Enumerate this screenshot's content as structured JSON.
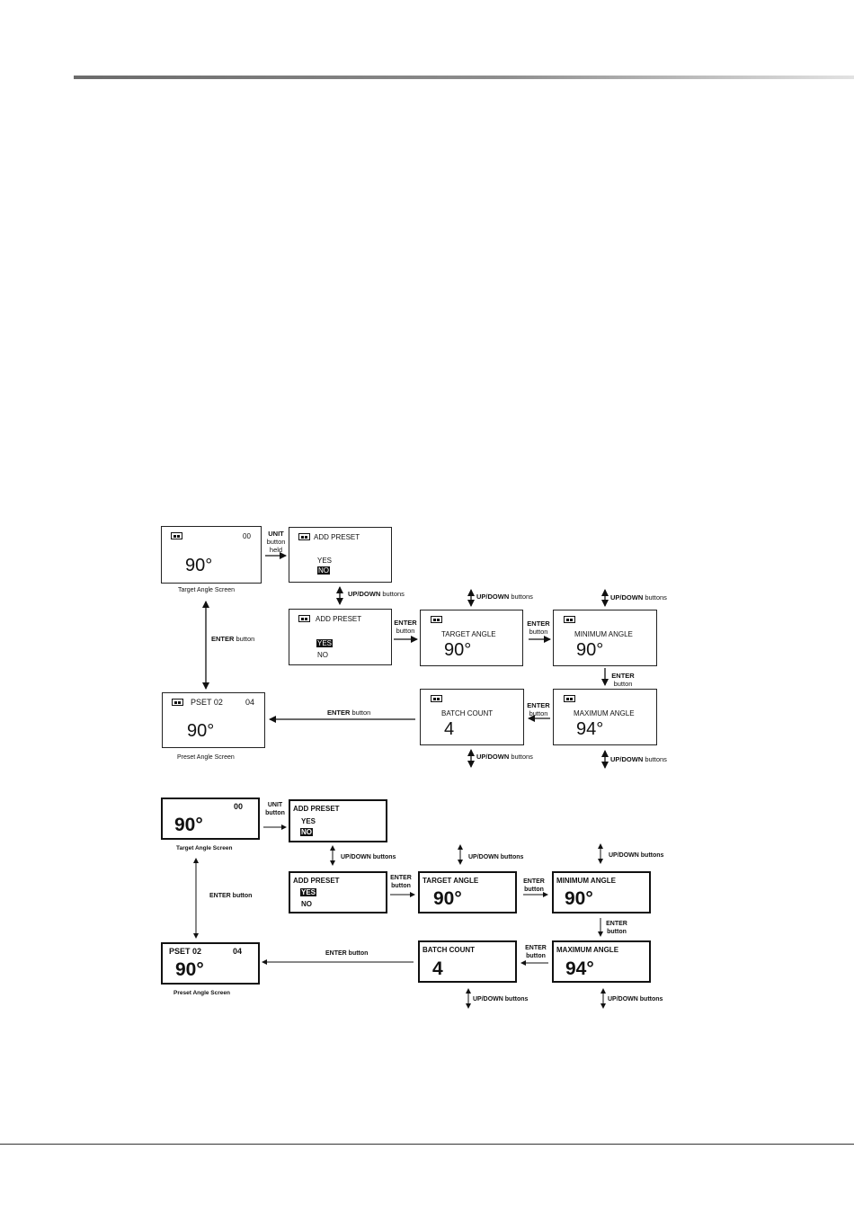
{
  "diagram_top": {
    "target_screen": {
      "count": "00",
      "angle": "90°",
      "caption": "Target Angle Screen"
    },
    "add_preset_1": {
      "title": "ADD PRESET",
      "yes": "YES",
      "no": "NO"
    },
    "add_preset_2": {
      "title": "ADD PRESET",
      "yes": "YES",
      "no": "NO"
    },
    "target_angle": {
      "title": "TARGET ANGLE",
      "value": "90°"
    },
    "minimum_angle": {
      "title": "MINIMUM ANGLE",
      "value": "90°"
    },
    "maximum_angle": {
      "title": "MAXIMUM ANGLE",
      "value": "94°"
    },
    "batch_count": {
      "title": "BATCH COUNT",
      "value": "4"
    },
    "preset_screen": {
      "name": "PSET 02",
      "count": "04",
      "angle": "90°",
      "caption": "Preset Angle Screen"
    },
    "labels": {
      "unit_held_1": "UNIT",
      "unit_held_2": "button",
      "unit_held_3": "held",
      "updown_strong": "UP/DOWN",
      "updown_rest": " buttons",
      "enter_strong": "ENTER",
      "enter_rest": " button",
      "enter_word": "ENTER",
      "button_word": "button"
    }
  },
  "diagram_bottom": {
    "target_screen": {
      "count": "00",
      "angle": "90°",
      "caption": "Target Angle Screen"
    },
    "add_preset_1": {
      "title": "ADD PRESET",
      "yes": "YES",
      "no": "NO"
    },
    "add_preset_2": {
      "title": "ADD PRESET",
      "yes": "YES",
      "no": "NO"
    },
    "target_angle": {
      "title": "TARGET ANGLE",
      "value": "90°"
    },
    "minimum_angle": {
      "title": "MINIMUM ANGLE",
      "value": "90°"
    },
    "maximum_angle": {
      "title": "MAXIMUM ANGLE",
      "value": "94°"
    },
    "batch_count": {
      "title": "BATCH COUNT",
      "value": "4"
    },
    "preset_screen": {
      "name": "PSET 02",
      "count": "04",
      "angle": "90°",
      "caption": "Preset Angle Screen"
    },
    "labels": {
      "unit_1": "UNIT",
      "unit_2": "button",
      "updown": "UP/DOWN buttons",
      "enter_button": "ENTER button",
      "enter_word": "ENTER",
      "button_word": "button"
    }
  }
}
